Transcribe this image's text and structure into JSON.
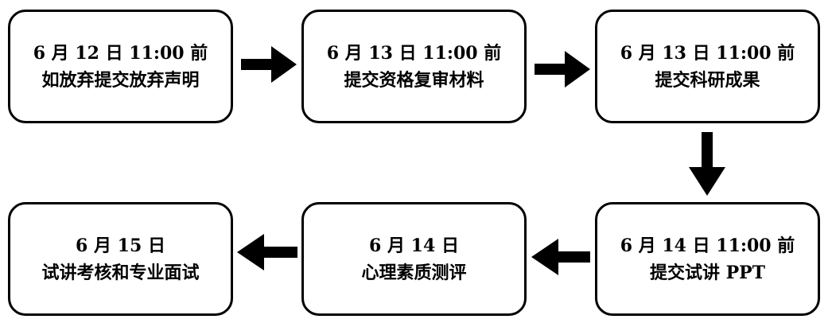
{
  "steps": [
    {
      "line1": "6 月 12  日 11:00 前",
      "line2": "如放弃提交放弃声明"
    },
    {
      "line1": "6 月 13 日 11:00 前",
      "line2": "提交资格复审材料"
    },
    {
      "line1": "6 月 13 日 11:00 前",
      "line2": "提交科研成果"
    },
    {
      "line1": "6 月 14 日 11:00 前",
      "line2": "提交试讲 PPT"
    },
    {
      "line1": "6 月 14 日",
      "line2": "心理素质测评"
    },
    {
      "line1": "6 月 15 日",
      "line2": "试讲考核和专业面试"
    }
  ],
  "colors": {
    "border": "#000000",
    "arrow": "#000000",
    "background": "#ffffff"
  }
}
